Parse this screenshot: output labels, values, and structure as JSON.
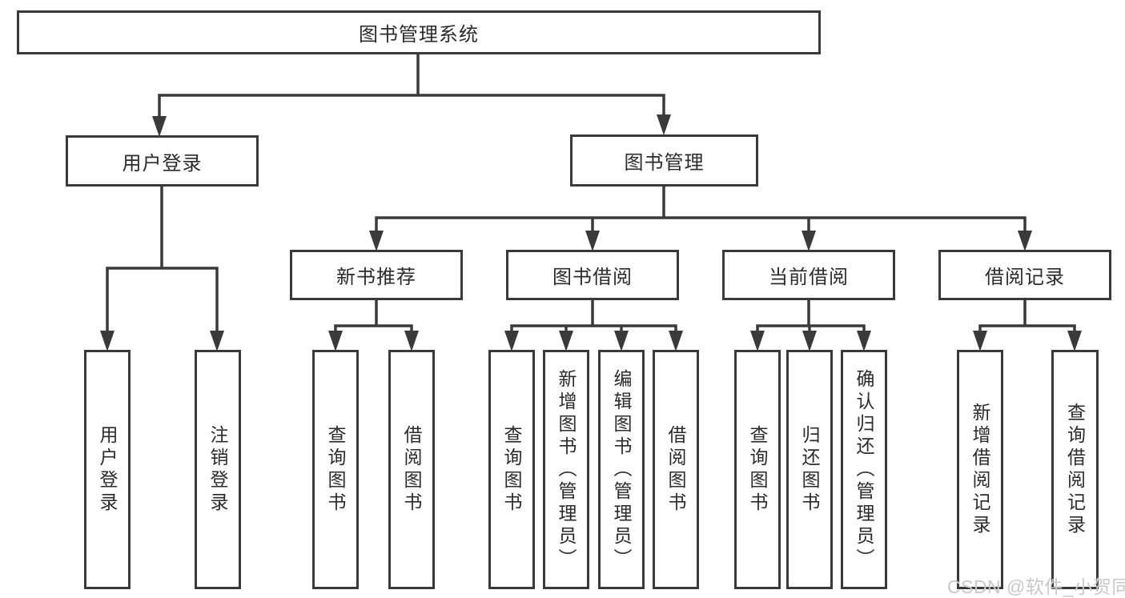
{
  "diagram": {
    "root_label": "图书管理系统",
    "level2": [
      {
        "label": "用户登录"
      },
      {
        "label": "图书管理"
      }
    ],
    "level3": [
      {
        "label": "新书推荐",
        "parent": "图书管理"
      },
      {
        "label": "图书借阅",
        "parent": "图书管理"
      },
      {
        "label": "当前借阅",
        "parent": "图书管理"
      },
      {
        "label": "借阅记录",
        "parent": "图书管理"
      }
    ],
    "leaves": [
      {
        "label": "用户登录",
        "parent": "用户登录"
      },
      {
        "label": "注销登录",
        "parent": "用户登录"
      },
      {
        "label": "查询图书",
        "parent": "新书推荐"
      },
      {
        "label": "借阅图书",
        "parent": "新书推荐"
      },
      {
        "label": "查询图书",
        "parent": "图书借阅"
      },
      {
        "label": "新增图书（管理员）",
        "parent": "图书借阅"
      },
      {
        "label": "编辑图书（管理员）",
        "parent": "图书借阅"
      },
      {
        "label": "借阅图书",
        "parent": "图书借阅"
      },
      {
        "label": "查询图书",
        "parent": "当前借阅"
      },
      {
        "label": "归还图书",
        "parent": "当前借阅"
      },
      {
        "label": "确认归还（管理员）",
        "parent": "当前借阅"
      },
      {
        "label": "新增借阅记录",
        "parent": "借阅记录"
      },
      {
        "label": "查询借阅记录",
        "parent": "借阅记录"
      }
    ],
    "watermark": "CSDN @软件_小贺同学",
    "colors": {
      "line": "#3a3a3a",
      "text": "#2b2b2b",
      "background": "#ffffff",
      "watermark": "#c9c9c9"
    }
  }
}
